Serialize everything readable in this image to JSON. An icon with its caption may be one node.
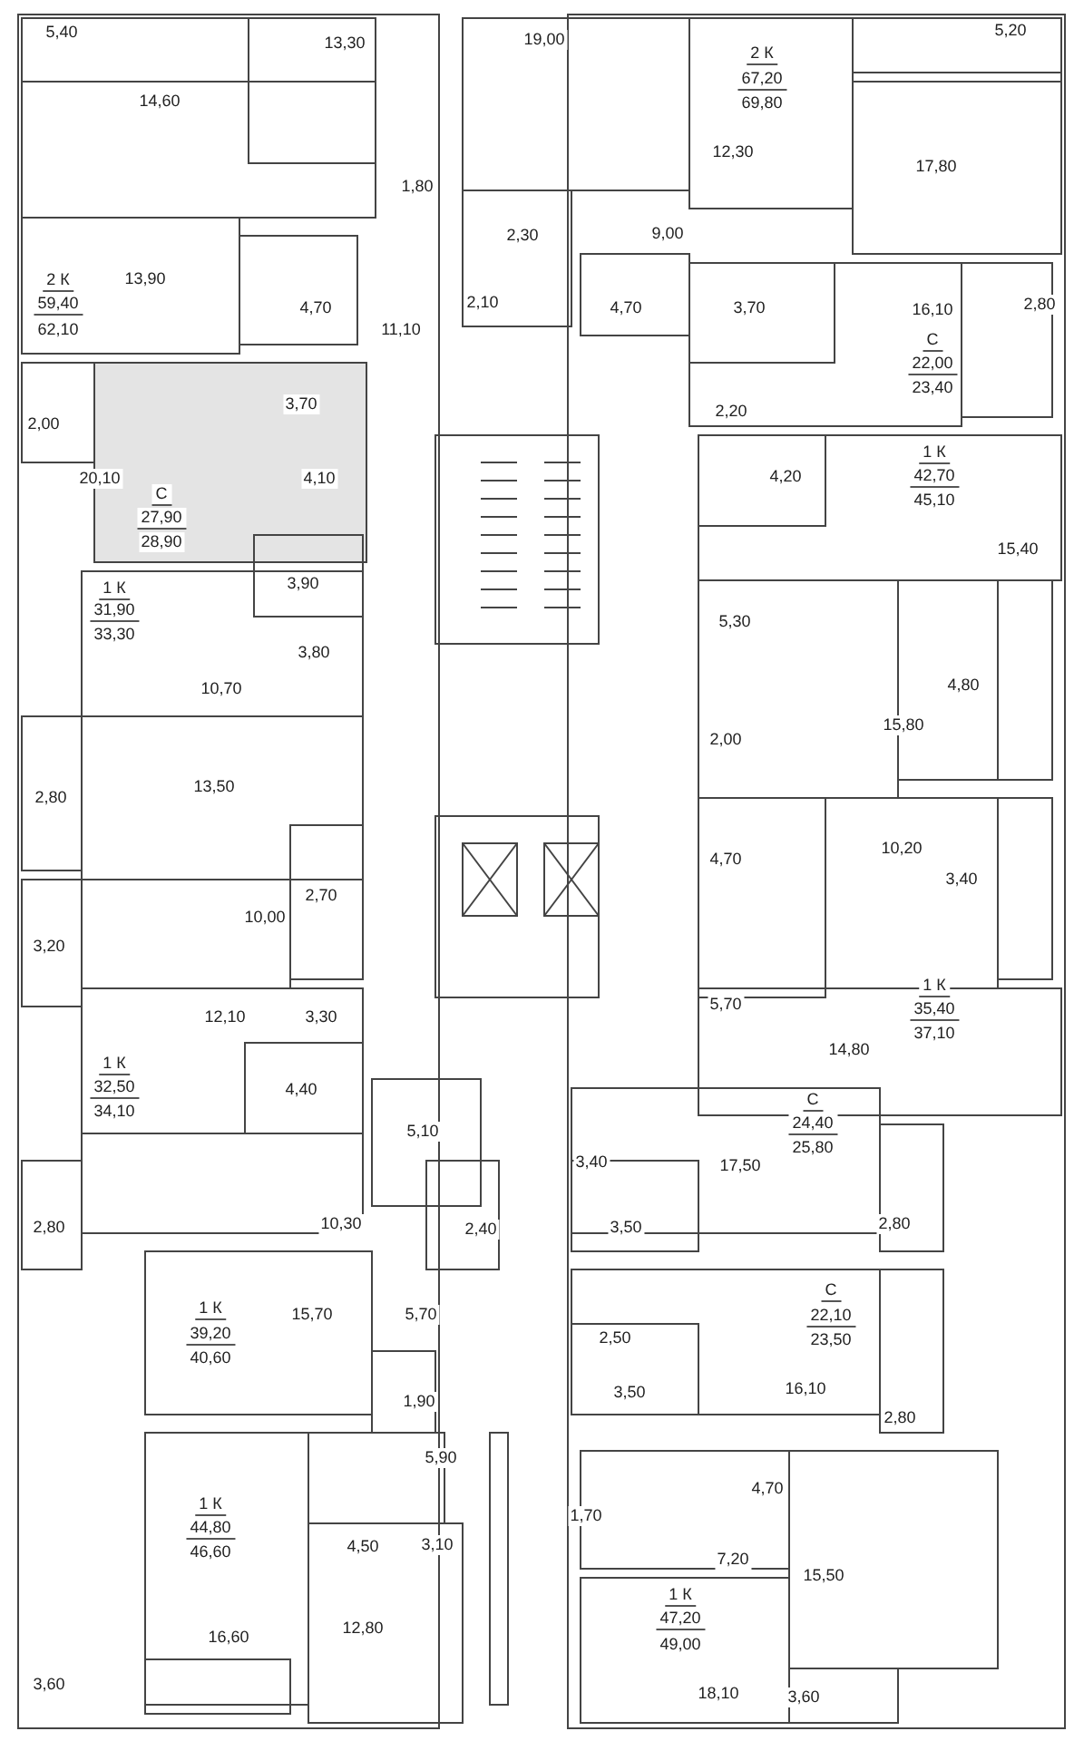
{
  "diagram": {
    "labels": [
      "5,40",
      "13,30",
      "19,00",
      "2 К",
      "67,20",
      "69,80",
      "5,20",
      "14,60",
      "12,30",
      "17,80",
      "1,80",
      "2,30",
      "9,00",
      "2 К",
      "13,90",
      "59,40",
      "4,70",
      "2,10",
      "4,70",
      "3,70",
      "16,10",
      "2,80",
      "62,10",
      "11,10",
      "С",
      "22,00",
      "23,40",
      "3,70",
      "2,00",
      "2,20",
      "20,10",
      "4,10",
      "4,20",
      "1 К",
      "42,70",
      "45,10",
      "С",
      "27,90",
      "28,90",
      "15,40",
      "1 К",
      "3,90",
      "31,90",
      "33,30",
      "5,30",
      "3,80",
      "10,70",
      "4,80",
      "15,80",
      "2,00",
      "13,50",
      "2,80",
      "10,20",
      "4,70",
      "3,40",
      "2,70",
      "10,00",
      "3,20",
      "12,10",
      "3,30",
      "5,70",
      "1 К",
      "35,40",
      "37,10",
      "14,80",
      "1 К",
      "32,50",
      "34,10",
      "4,40",
      "С",
      "24,40",
      "25,80",
      "5,10",
      "3,40",
      "17,50",
      "2,80",
      "10,30",
      "2,40",
      "3,50",
      "2,80",
      "С",
      "22,10",
      "23,50",
      "1 К",
      "15,70",
      "5,70",
      "39,20",
      "40,60",
      "2,50",
      "3,50",
      "16,10",
      "1,90",
      "2,80",
      "5,90",
      "4,70",
      "1 К",
      "44,80",
      "46,60",
      "4,50",
      "3,10",
      "1,70",
      "7,20",
      "15,50",
      "1 К",
      "47,20",
      "49,00",
      "12,80",
      "16,60",
      "3,60",
      "18,10",
      "3,60"
    ]
  }
}
